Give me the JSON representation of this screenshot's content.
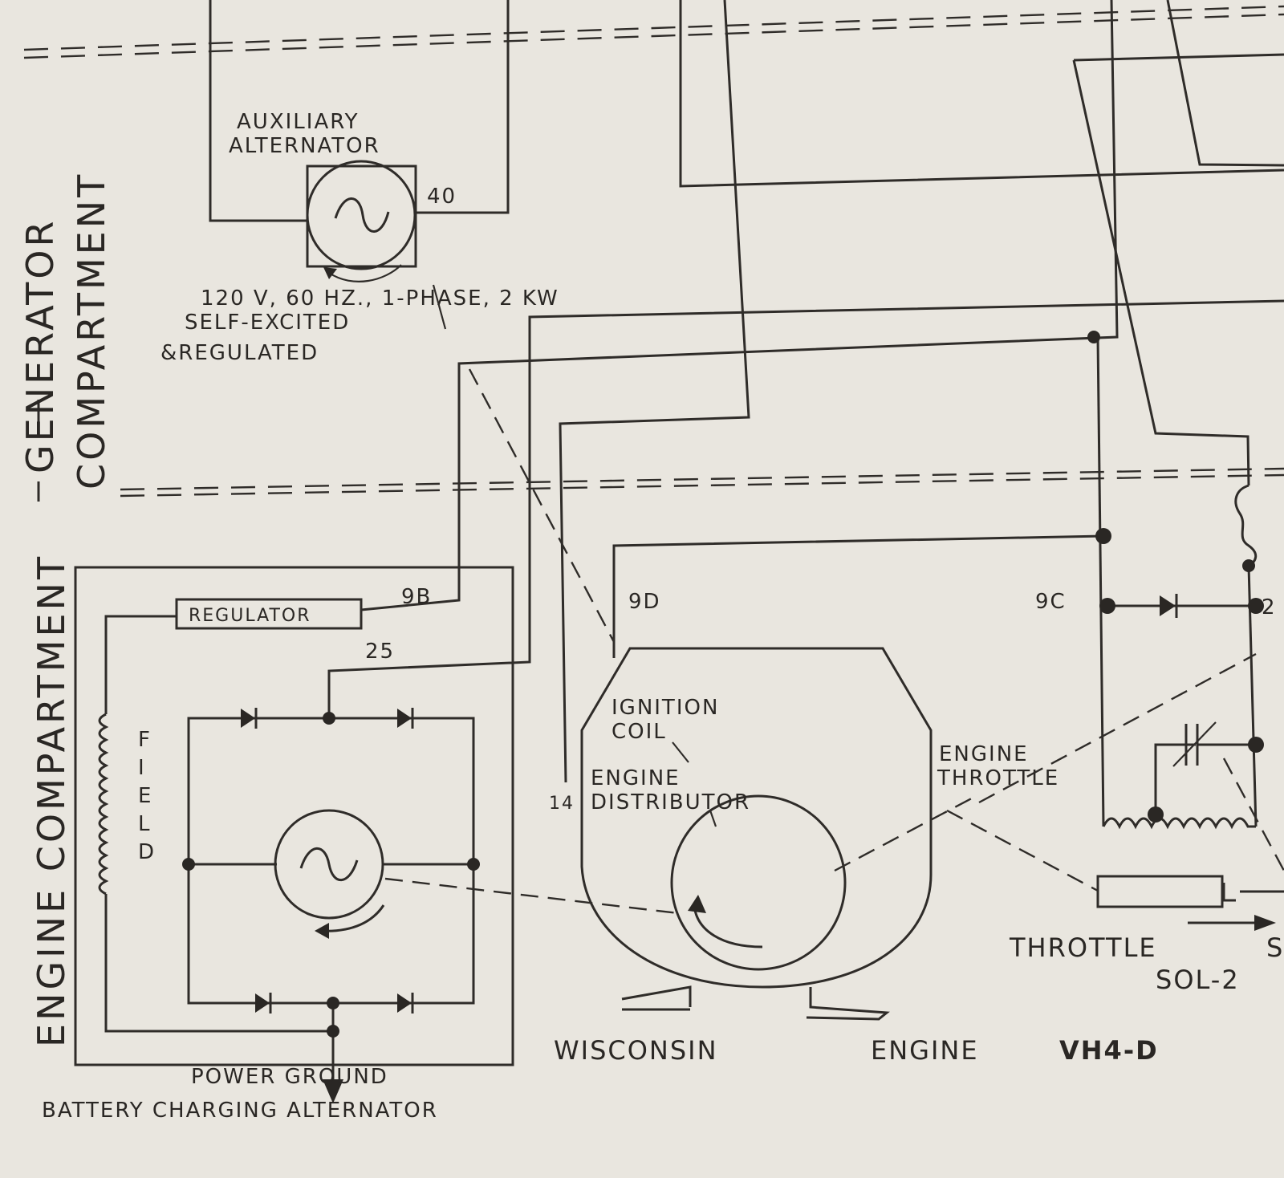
{
  "labels": {
    "generator": "GENERATOR",
    "compartment": "COMPARTMENT",
    "engine_compartment": "ENGINE COMPARTMENT",
    "aux_alt_1": "AUXILIARY",
    "aux_alt_2": "ALTERNATOR",
    "wire_40": "40",
    "aux_spec_1": "120 V, 60 HZ., 1-PHASE, 2 KW",
    "aux_spec_2": "SELF-EXCITED",
    "aux_spec_3": "&REGULATED",
    "regulator": "REGULATOR",
    "wire_9b": "9B",
    "wire_25": "25",
    "field_f": "F",
    "field_i": "I",
    "field_e": "E",
    "field_l": "L",
    "field_d": "D",
    "power_ground": "POWER GROUND",
    "battery_alt": "BATTERY CHARGING ALTERNATOR",
    "wire_9d": "9D",
    "wire_9c": "9C",
    "wire_14": "14",
    "ignition_1": "IGNITION",
    "ignition_2": "COIL",
    "distributor_1": "ENGINE",
    "distributor_2": "DISTRIBUTOR",
    "throttle_1": "ENGINE",
    "throttle_2": "THROTTLE",
    "engine_name_1": "WISCONSIN",
    "engine_name_2": "ENGINE",
    "engine_model": "VH4-D",
    "throttle_sol_1": "THROTTLE",
    "throttle_sol_2": "SOL-2",
    "edge_s": "S",
    "edge_2": "2"
  }
}
